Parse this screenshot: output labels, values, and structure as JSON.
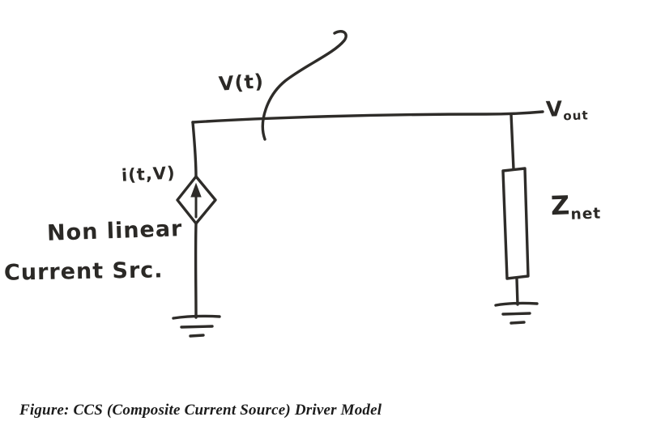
{
  "diagram": {
    "labels": {
      "voltage_signal": "V(t)",
      "current_source": "i(t,V)",
      "source_desc_line1": "Non linear",
      "source_desc_line2": "Current Src.",
      "vout_main": "V",
      "vout_sub": "out",
      "impedance_main": "Z",
      "impedance_sub": "net"
    },
    "caption": "Figure: CCS (Composite Current Source) Driver Model",
    "colors": {
      "ink": "#2e2c29",
      "background": "#ffffff"
    }
  }
}
